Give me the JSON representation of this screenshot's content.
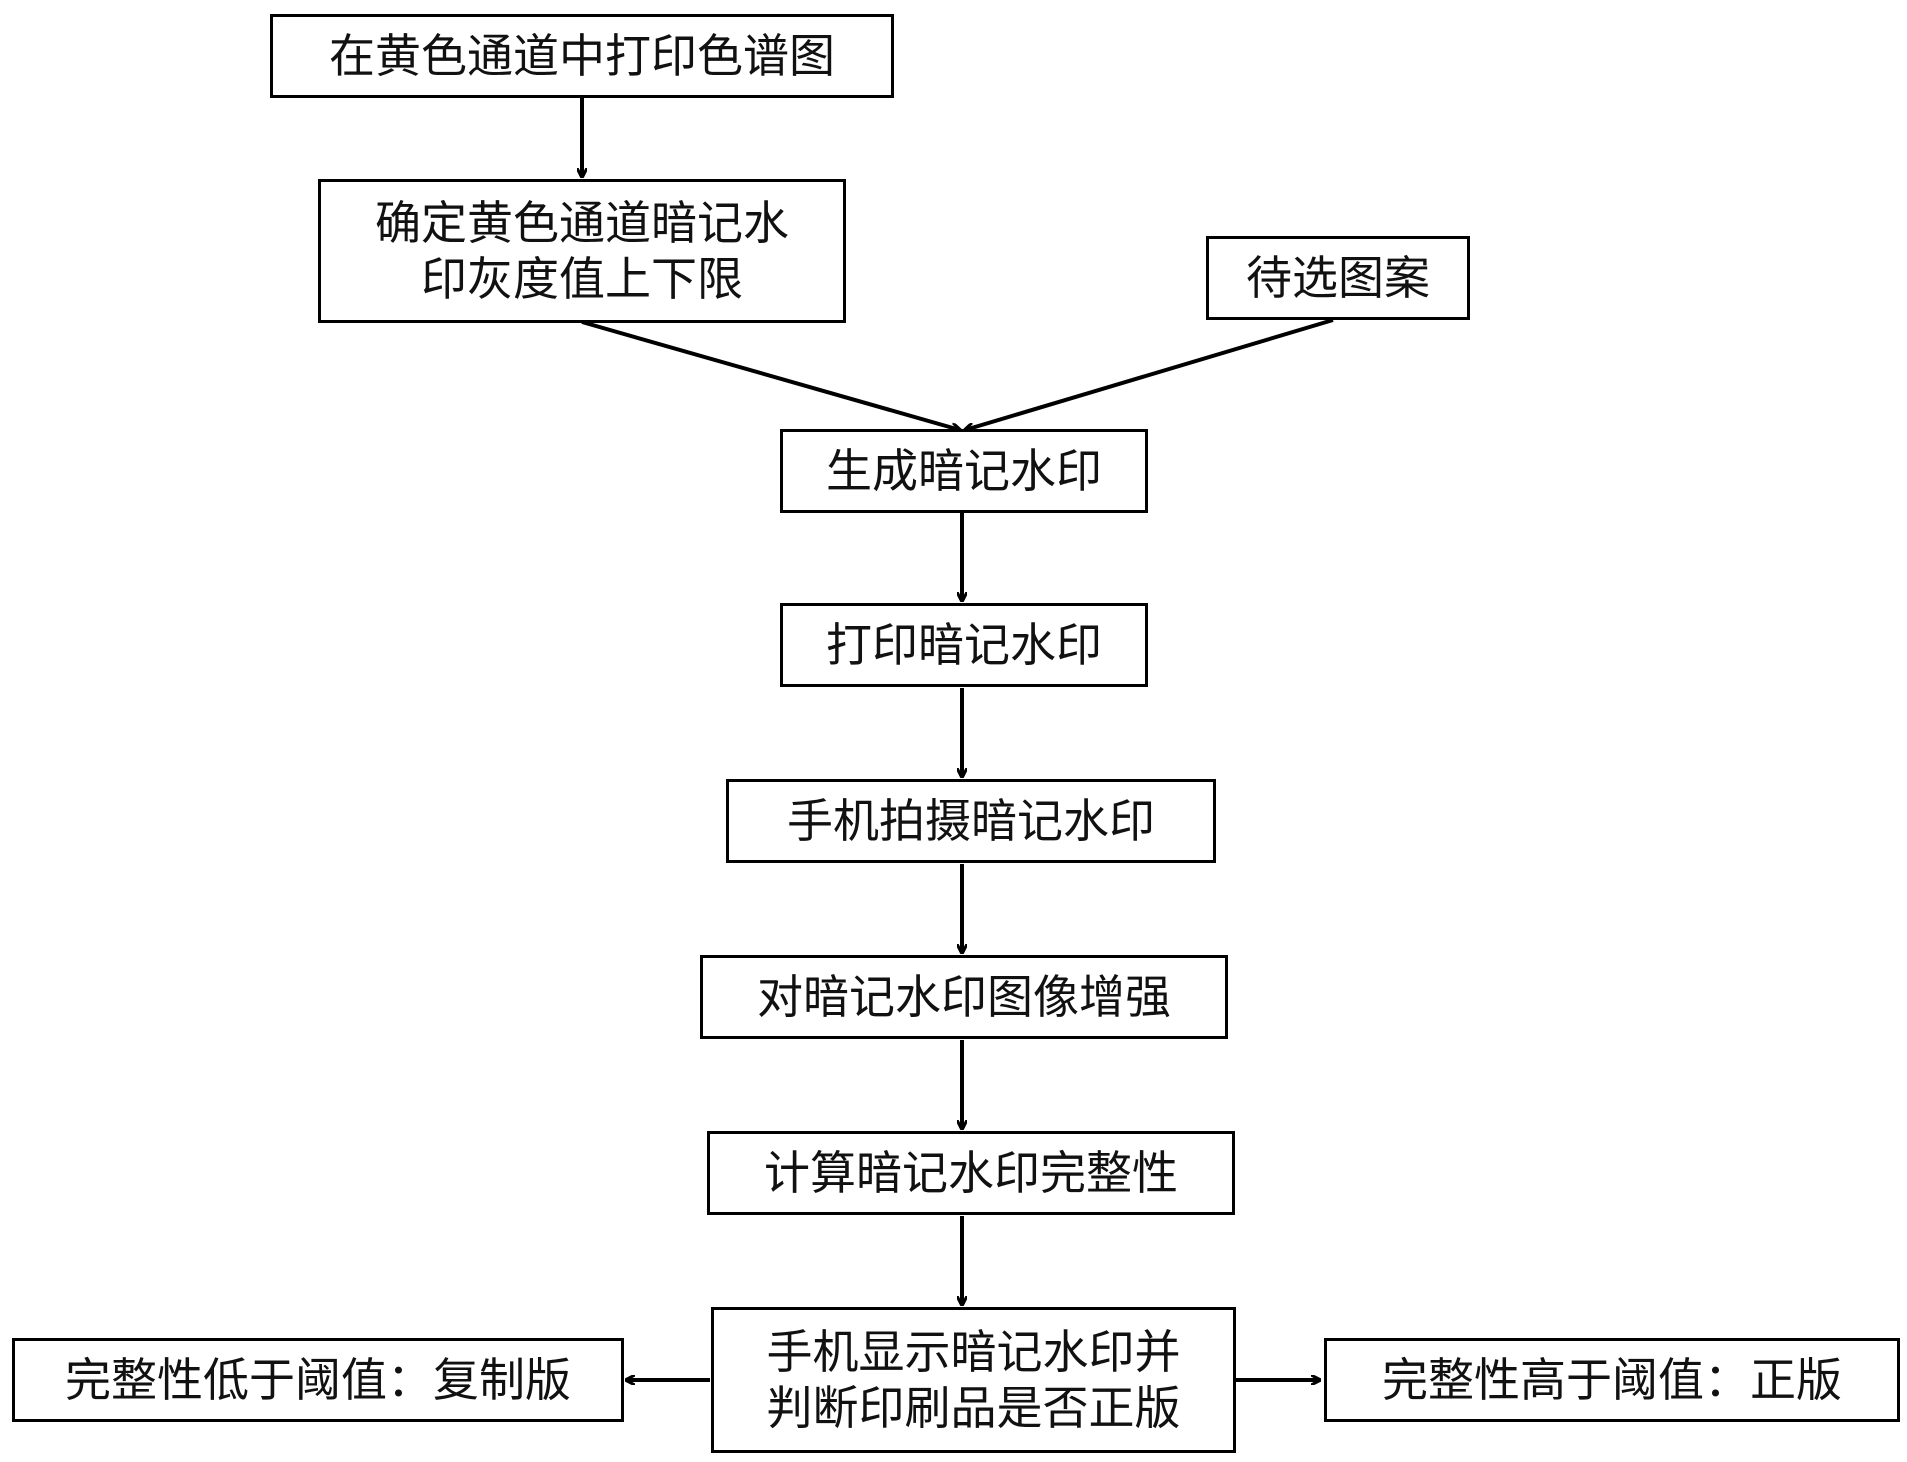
{
  "nodes": {
    "print_color_chart": "在黄色通道中打印色谱图",
    "determine_gray_limits": [
      "确定黄色通道暗记水",
      "印灰度值上下限"
    ],
    "candidate_pattern": "待选图案",
    "generate_watermark": "生成暗记水印",
    "print_watermark": "打印暗记水印",
    "phone_capture": "手机拍摄暗记水印",
    "enhance_image": "对暗记水印图像增强",
    "compute_integrity": "计算暗记水印完整性",
    "display_and_judge": [
      "手机显示暗记水印并",
      "判断印刷品是否正版"
    ],
    "result_copy": "完整性低于阈值：复制版",
    "result_genuine": "完整性高于阈值：正版"
  },
  "colors": {
    "line": "#000000",
    "box_border": "#000000",
    "background": "#ffffff",
    "text": "#111111"
  }
}
